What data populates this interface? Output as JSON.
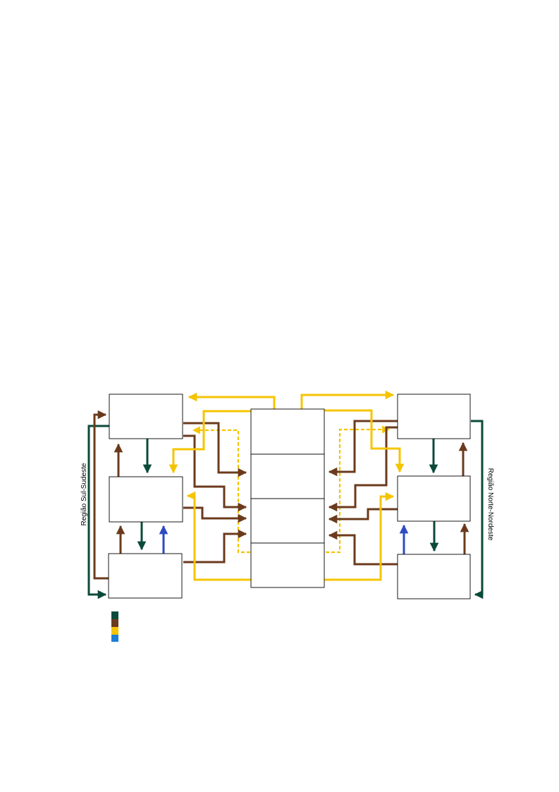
{
  "labels": {
    "left_region": "Região Sul-Sudeste",
    "right_region": "Região Norte-Nordeste"
  },
  "colors": {
    "dark_green": "#0b4a3a",
    "brown": "#6b3a1c",
    "yellow": "#f5c400",
    "blue": "#2f4bc0",
    "legend_blue": "#1a7fd6",
    "box_stroke": "#000000"
  },
  "legend": [
    {
      "swatch": "dark-green"
    },
    {
      "swatch": "brown"
    },
    {
      "swatch": "yellow"
    },
    {
      "swatch": "light-blue"
    }
  ]
}
